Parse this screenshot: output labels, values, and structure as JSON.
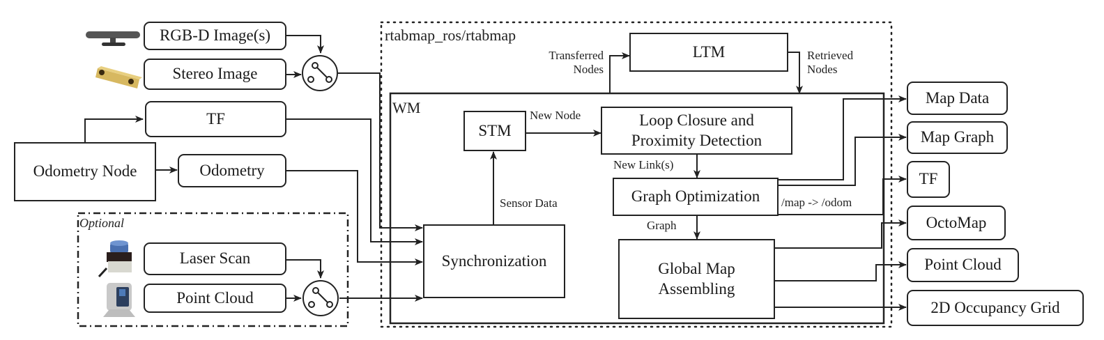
{
  "diagram": {
    "inputs": {
      "rgbd": "RGB-D Image(s)",
      "stereo": "Stereo Image",
      "tf": "TF",
      "odometry_node": "Odometry Node",
      "odometry": "Odometry",
      "optional_label": "Optional",
      "laser_scan": "Laser Scan",
      "point_cloud": "Point Cloud"
    },
    "node": {
      "title": "rtabmap_ros/rtabmap",
      "ltm": "LTM",
      "transferred_nodes": [
        "Transferred",
        "Nodes"
      ],
      "retrieved_nodes": [
        "Retrieved",
        "Nodes"
      ],
      "wm": "WM",
      "stm": "STM",
      "new_node": "New Node",
      "loop_closure": [
        "Loop Closure and",
        "Proximity Detection"
      ],
      "new_links": "New Link(s)",
      "graph_optimization": "Graph Optimization",
      "graph": "Graph",
      "sensor_data": "Sensor Data",
      "synchronization": "Synchronization",
      "global_map": [
        "Global Map",
        "Assembling"
      ],
      "map_to_odom": "/map -> /odom"
    },
    "outputs": {
      "map_data": "Map Data",
      "map_graph": "Map Graph",
      "tf": "TF",
      "octomap": "OctoMap",
      "point_cloud": "Point Cloud",
      "occupancy_grid": "2D Occupancy Grid"
    },
    "icons": {
      "kinect": "rgbd-camera-icon",
      "stereo": "stereo-camera-icon",
      "lidar": "laser-scanner-icon",
      "depth": "depth-sensor-icon",
      "switch": "switch-icon"
    }
  }
}
